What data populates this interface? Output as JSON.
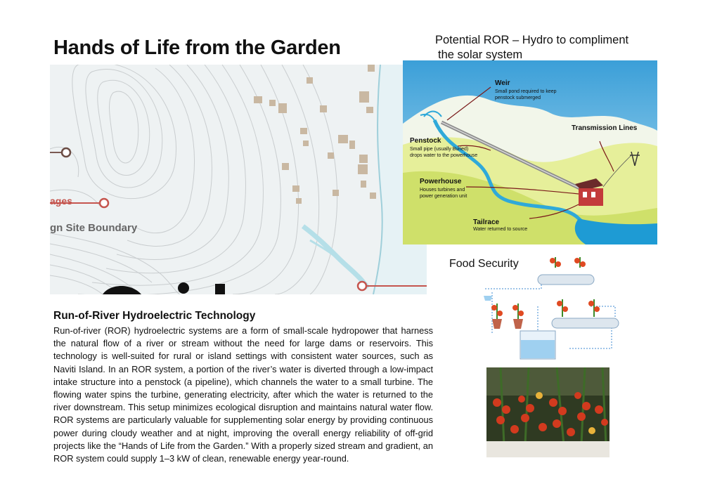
{
  "page": {
    "title": "Hands of Life from the Garden"
  },
  "map": {
    "label_ages": "ages",
    "label_boundary": "gn Site Boundary"
  },
  "hydro": {
    "heading_line1": "Potential ROR – Hydro to compliment",
    "heading_line2": "the solar system",
    "weir_title": "Weir",
    "weir_desc_1": "Small pond required to keep",
    "weir_desc_2": "penstock submerged",
    "penstock_title": "Penstock",
    "penstock_desc_1": "Small pipe (usually Buried)",
    "penstock_desc_2": "drops water to the powerhouse",
    "powerhouse_title": "Powerhouse",
    "powerhouse_desc_1": "Houses turbines and",
    "powerhouse_desc_2": "power generation unit",
    "transmission_title": "Transmission Lines",
    "tailrace_title": "Tailrace",
    "tailrace_desc": "Water returned to source"
  },
  "food": {
    "heading": "Food Security"
  },
  "article": {
    "heading": "Run-of-River Hydroelectric Technology",
    "body": "Run-of-river (ROR) hydroelectric systems are a form of small-scale hydropower that harness the natural flow of a river or stream without the need for large dams or reservoirs. This technology is well-suited for rural or island settings with consistent water sources, such as Naviti Island. In an ROR system, a portion of the river’s water is diverted through a low-impact intake structure into a penstock (a pipeline), which channels the water to a small turbine. The flowing water spins the turbine, generating electricity, after which the water is returned to the river downstream. This setup minimizes ecological disruption and maintains natural water flow. ROR systems are particularly valuable for supplementing solar energy by providing continuous power during cloudy weather and at night, improving the overall energy reliability of off-grid projects like the “Hands of Life from the Garden.” With a properly sized stream and gradient, an ROR system could supply 1–3 kW of clean, renewable energy year-round."
  }
}
